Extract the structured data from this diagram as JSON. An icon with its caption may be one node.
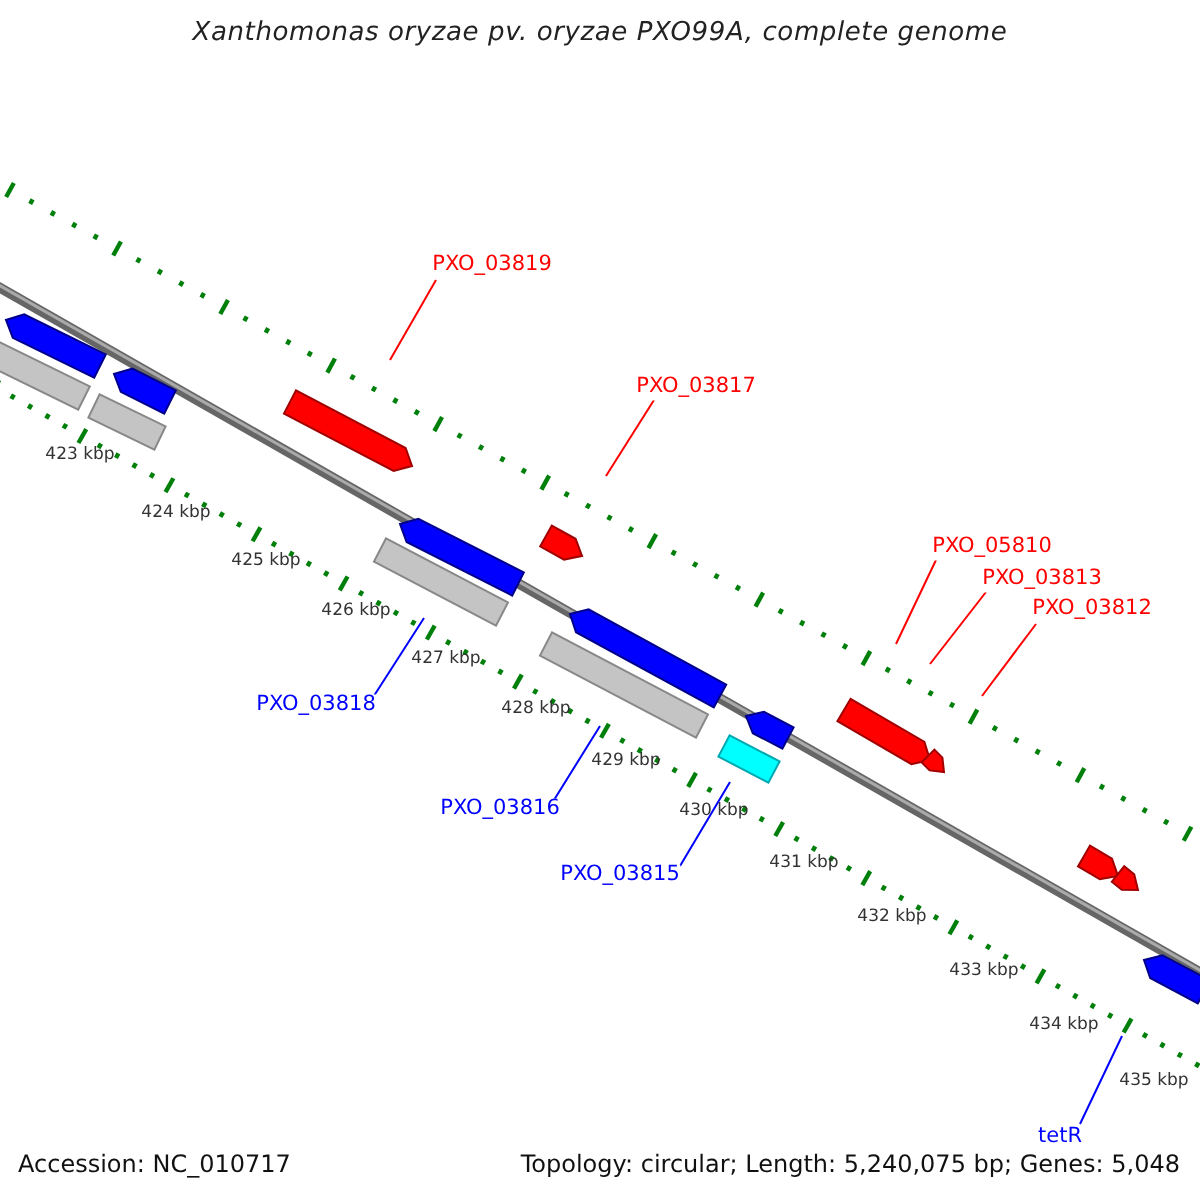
{
  "diagram": {
    "title": "Xanthomonas oryzae pv. oryzae PXO99A, complete genome",
    "nodes": [
      {
        "text": [
          "PXO_03819"
        ]
      },
      {
        "text": [
          "PXO_03817"
        ]
      },
      {
        "text": [
          "PXO_05810"
        ]
      },
      {
        "text": [
          "PXO_03813"
        ]
      },
      {
        "text": [
          "PXO_03812"
        ]
      },
      {
        "text": [
          "PXO_03818"
        ]
      },
      {
        "text": [
          "PXO_03816"
        ]
      },
      {
        "text": [
          "PXO_03815"
        ]
      },
      {
        "text": [
          "tetR"
        ]
      }
    ],
    "edges": [
      {
        "from": 0,
        "to": null,
        "arrow": "none"
      },
      {
        "from": 1,
        "to": null,
        "arrow": "none"
      },
      {
        "from": 2,
        "to": null,
        "arrow": "none"
      },
      {
        "from": 3,
        "to": null,
        "arrow": "none"
      },
      {
        "from": 4,
        "to": null,
        "arrow": "none"
      },
      {
        "from": 5,
        "to": null,
        "arrow": "none",
        "color": "#0000ff"
      },
      {
        "from": 6,
        "to": null,
        "arrow": "none",
        "color": "#0000ff"
      },
      {
        "from": 7,
        "to": null,
        "arrow": "none",
        "color": "#0000ff"
      },
      {
        "from": 8,
        "to": null,
        "arrow": "none",
        "color": "#0000ff"
      }
    ],
    "labels": [
      "423 kbp",
      "424 kbp",
      "425 kbp",
      "426 kbp",
      "427 kbp",
      "428 kbp",
      "429 kbp",
      "430 kbp",
      "431 kbp",
      "432 kbp",
      "433 kbp",
      "434 kbp",
      "435 kbp",
      "Accession: NC_010717",
      "Topology: circular; Length: 5,240,075 bp; Genes: 5,048"
    ]
  }
}
